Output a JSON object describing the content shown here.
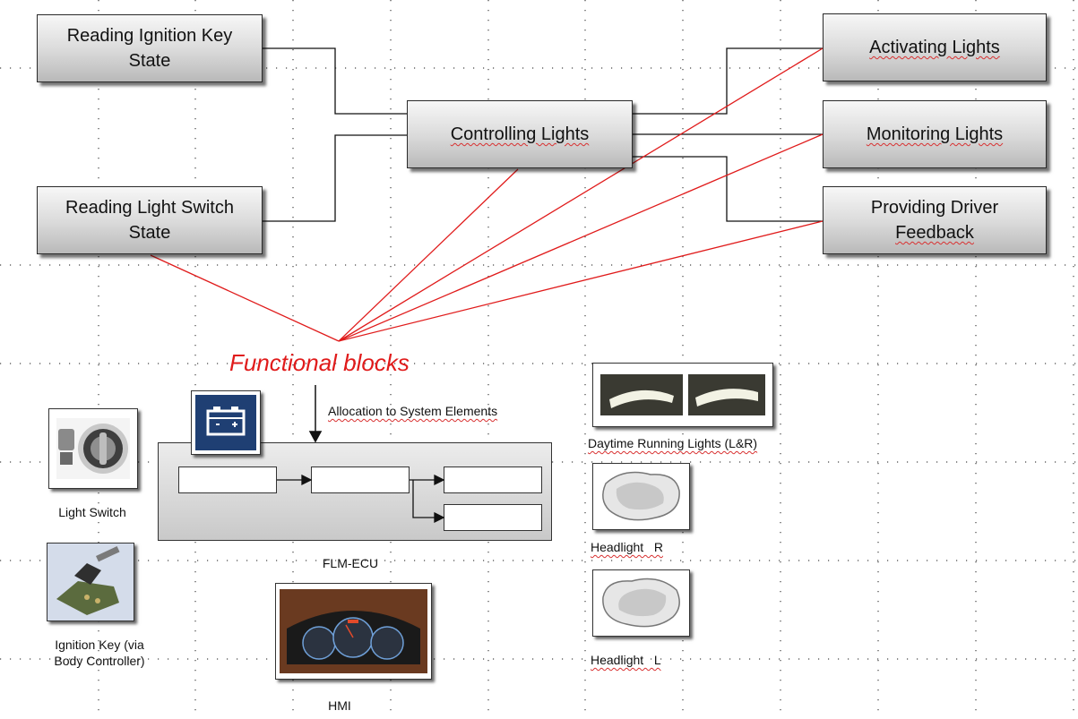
{
  "functional_blocks": {
    "reading_ignition": [
      "Reading Ignition Key",
      "State"
    ],
    "reading_light_switch": [
      "Reading Light Switch",
      "State"
    ],
    "controlling_lights": [
      "Controlling Lights"
    ],
    "activating_lights": [
      "Activating Lights"
    ],
    "monitoring_lights": [
      "Monitoring Lights"
    ],
    "providing_feedback": [
      "Providing Driver",
      "Feedback"
    ]
  },
  "functional_blocks_title": "Functional blocks",
  "allocation_label": "Allocation to System Elements",
  "system_elements": {
    "light_switch": "Light Switch",
    "ignition_key": [
      "Ignition Key (via",
      "Body Controller)"
    ],
    "ecu": "FLM-ECU",
    "hmi": "HMI",
    "drl": "Daytime Running Lights (L&R)",
    "headlight_r": "Headlight   R",
    "headlight_l": "Headlight   L"
  },
  "colors": {
    "allocation_lines": "#e01b1b",
    "connector_lines": "#111111",
    "block_border": "#2a2a2a",
    "battery_icon_bg": "#1f3f73"
  },
  "icons": [
    "battery-icon",
    "light-switch-photo",
    "ignition-key-photo",
    "dashboard-photo",
    "drl-photo",
    "headlight-photo"
  ]
}
